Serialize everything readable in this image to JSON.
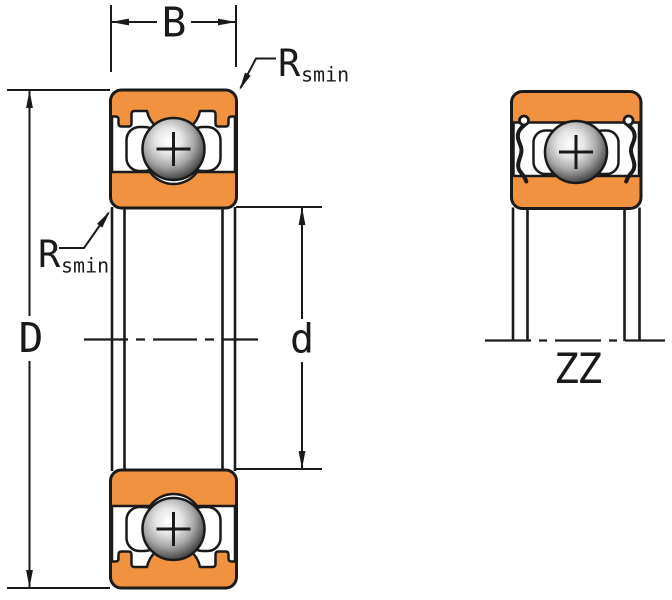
{
  "labels": {
    "b": "B",
    "d_outer": "D",
    "d_bore": "d",
    "r_top_main": "R",
    "r_top_sub": "smin",
    "r_bottom_main": "R",
    "r_bottom_sub": "smin",
    "variant": "ZZ"
  },
  "colors": {
    "ring-fill": "#F0923F",
    "line": "#1A1A1A",
    "ball-core": "#FFFFFF",
    "ball-edge": "#101010",
    "background": "#FFFFFF"
  }
}
